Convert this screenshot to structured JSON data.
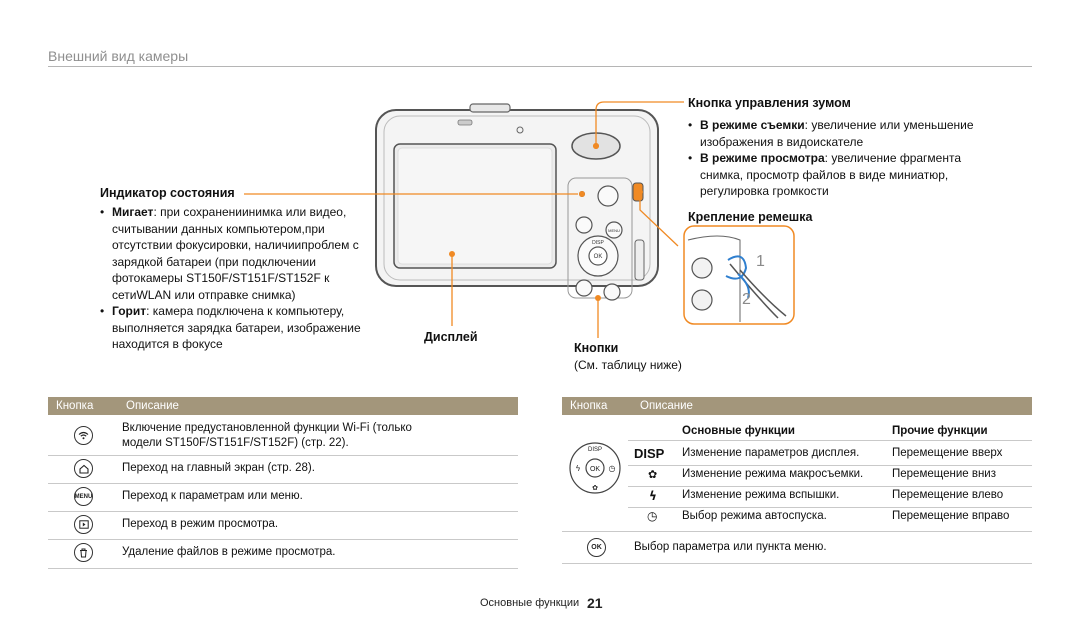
{
  "section_title": "Внешний вид камеры",
  "callouts": {
    "zoom": {
      "title": "Кнопка управления зумом",
      "items": [
        {
          "bold": "В режиме съемки",
          "text": ": увеличение или уменьшение изображения в видоискателе"
        },
        {
          "bold": "В режиме просмотра",
          "text": ": увеличение фрагмента снимка, просмотр файлов в виде миниатюр, регулировка громкости"
        }
      ]
    },
    "status": {
      "title": "Индикатор состояния",
      "items": [
        {
          "bold": "Мигает",
          "text": ": при сохранениинимка или видео, считывании данных компьютером,при отсутствии фокусировки, наличиипроблем с зарядкой батареи (при подключении фотокамеры ST150F/ST151F/ST152F к сетиWLAN или отправке снимка)"
        },
        {
          "bold": "Горит",
          "text": ": камера подключена к компьютеру, выполняется зарядка батареи, изображение находится в фокусе"
        }
      ]
    },
    "strap": {
      "title": "Крепление ремешка",
      "num1": "1",
      "num2": "2"
    },
    "display": {
      "title": "Дисплей"
    },
    "buttons": {
      "title": "Кнопки",
      "note": "(См. таблицу ниже)"
    }
  },
  "camera_labels": {
    "disp": "DISP",
    "ok": "OK",
    "menu": "MENU"
  },
  "left_table": {
    "col1": "Кнопка",
    "col2": "Описание",
    "rows": [
      {
        "icon": "wifi-icon",
        "desc": "Включение предустановленной функции Wi-Fi (только модели ST150F/ST151F/ST152F) (стр. 22)."
      },
      {
        "icon": "home-icon",
        "desc": "Переход на главный экран (стр. 28)."
      },
      {
        "icon": "menu-icon",
        "icon_text": "MENU",
        "desc": "Переход к параметрам или меню."
      },
      {
        "icon": "playback-icon",
        "desc": "Переход в режим просмотра."
      },
      {
        "icon": "trash-icon",
        "desc": "Удаление файлов в режиме просмотра."
      }
    ]
  },
  "right_table": {
    "col1": "Кнопка",
    "col2": "Описание",
    "sub_main": "Основные функции",
    "sub_other": "Прочие функции",
    "rows": [
      {
        "icon": "disp-label",
        "icon_text": "DISP",
        "main": "Изменение параметров дисплея.",
        "other": "Перемещение вверх"
      },
      {
        "icon": "macro-icon",
        "icon_text": "✿",
        "main": "Изменение режима макросъемки.",
        "other": "Перемещение вниз"
      },
      {
        "icon": "flash-icon",
        "icon_text": "ϟ",
        "main": "Изменение режима вспышки.",
        "other": "Перемещение влево"
      },
      {
        "icon": "timer-icon",
        "icon_text": "◷",
        "main": "Выбор режима автоспуска.",
        "other": "Перемещение вправо"
      }
    ],
    "ok_text": "OK",
    "ok_desc": "Выбор параметра или пункта меню."
  },
  "footer": {
    "label": "Основные функции",
    "page": "21"
  },
  "colors": {
    "accent": "#f08a24",
    "table_header": "#a3967b",
    "strap_blue": "#2f7fcf"
  }
}
